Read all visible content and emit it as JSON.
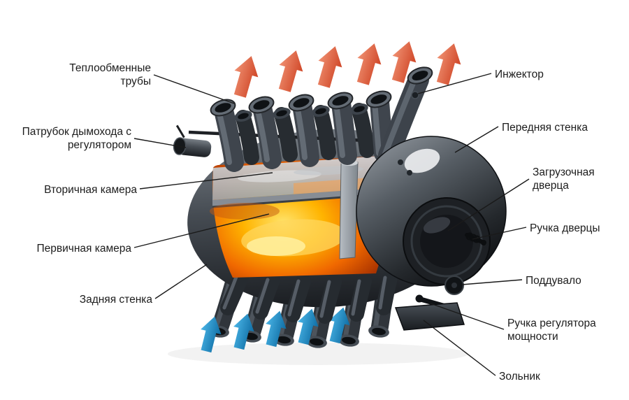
{
  "diagram": {
    "subject": "convection-stove-cutaway",
    "labels": {
      "heat_exchange_tubes": "Теплообменные трубы",
      "chimney_pipe": "Патрубок дымохода с регулятором",
      "secondary_chamber": "Вторичная камера",
      "primary_chamber": "Первичная камера",
      "back_wall": "Задняя стенка",
      "injector": "Инжектор",
      "front_wall": "Передняя стенка",
      "loading_door": "Загрузочная дверца",
      "door_handle": "Ручка дверцы",
      "air_damper": "Поддувало",
      "power_regulator_handle": "Ручка регулятора мощности",
      "ash_pan": "Зольник"
    },
    "flows": {
      "hot_air": {
        "icon": "hot-air-arrow",
        "color": "#d94e2c",
        "count": 6
      },
      "cold_air": {
        "icon": "cold-air-arrow",
        "color": "#1d8fd1",
        "count": 5
      }
    },
    "colors": {
      "background": "#ffffff",
      "label_text": "#1c1c1c",
      "leader_line": "#1a1a1a",
      "metal_dark": "#23262a",
      "metal_mid": "#3c4147",
      "fire_core": "#ffe36b",
      "fire_mid": "#f06800",
      "fire_edge": "#7c2000"
    }
  }
}
